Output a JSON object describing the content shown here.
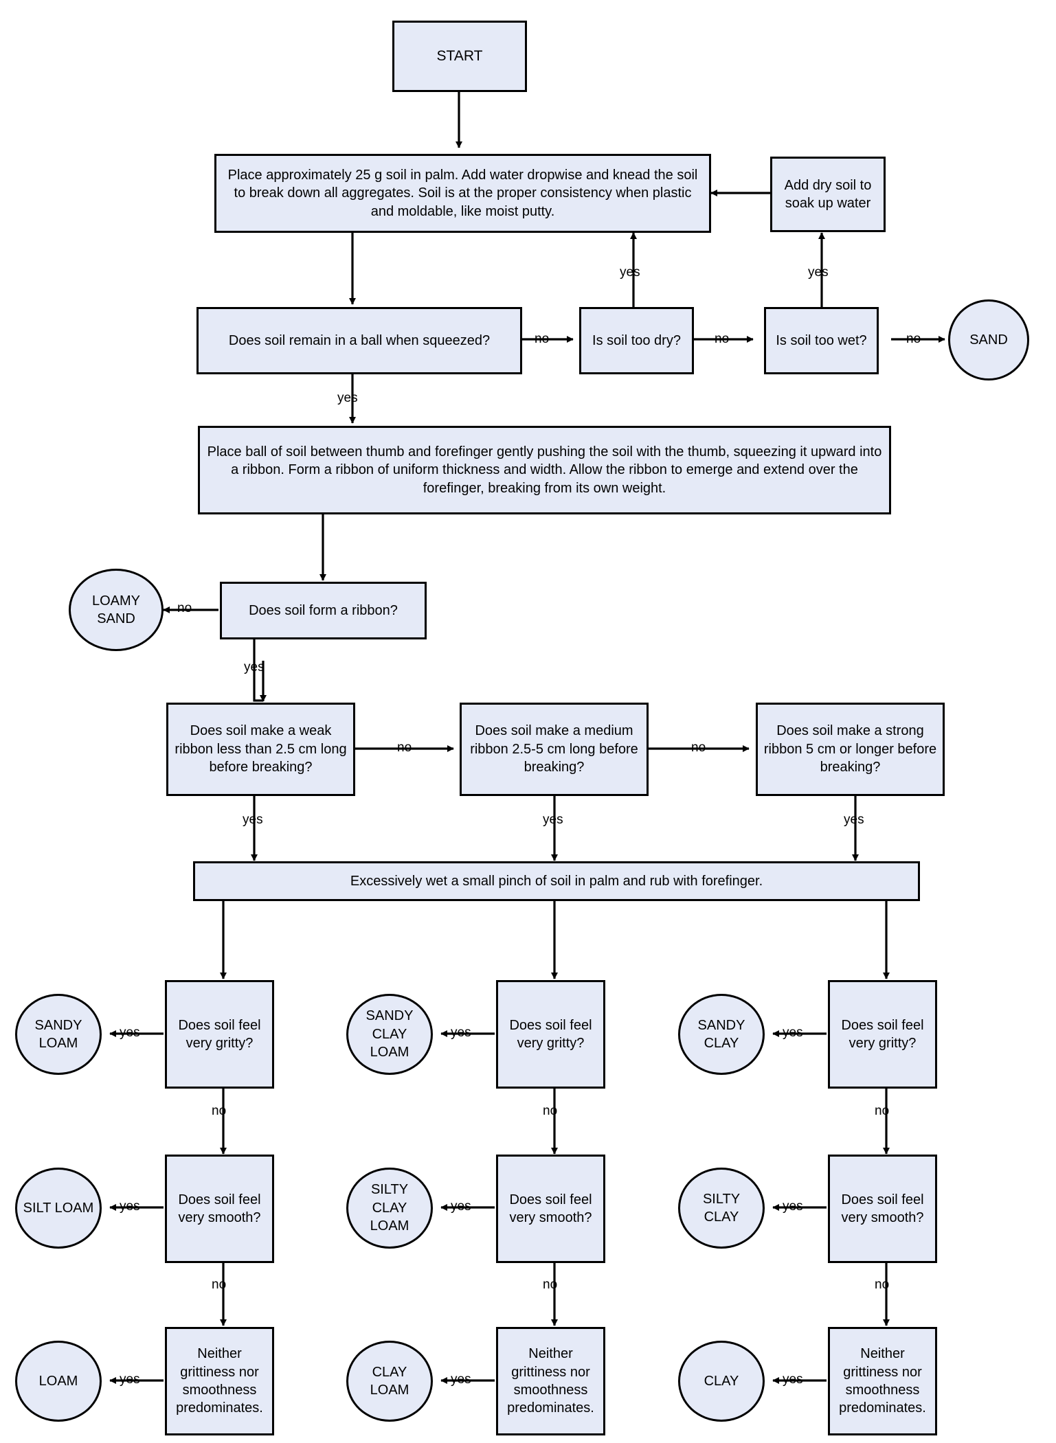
{
  "diagram": {
    "title": "Soil Texture by Feel Flowchart",
    "fill_color": "#e5eaf7",
    "stroke_color": "#000000",
    "background": "#ffffff"
  },
  "nodes": {
    "start": "START",
    "prep": "Place approximately 25 g soil in palm. Add water dropwise and knead the soil to break down all aggregates. Soil is at the proper consistency when plastic and moldable, like moist putty.",
    "add_dry": "Add dry soil to soak up water",
    "q_ball": "Does soil remain in a ball when squeezed?",
    "q_dry": "Is soil too dry?",
    "q_wet": "Is soil too wet?",
    "sand": "SAND",
    "ribbon_instr": "Place ball of soil between thumb and forefinger gently pushing the soil with the thumb, squeezing it upward into a ribbon. Form a ribbon of uniform thickness and width. Allow the ribbon to emerge and extend over the forefinger, breaking from its own weight.",
    "loamy_sand": "LOAMY SAND",
    "q_ribbon": "Does soil form a ribbon?",
    "q_weak": "Does soil make a weak ribbon less than 2.5 cm long before breaking?",
    "q_medium": "Does soil make a medium ribbon 2.5-5 cm long before breaking?",
    "q_strong": "Does soil make a strong ribbon 5 cm or longer before breaking?",
    "wet_pinch": "Excessively wet a small pinch of soil in palm and rub with forefinger.",
    "q_gritty_1": "Does soil feel very gritty?",
    "q_gritty_2": "Does soil feel very gritty?",
    "q_gritty_3": "Does soil feel very gritty?",
    "q_smooth_1": "Does soil feel very smooth?",
    "q_smooth_2": "Does soil feel very smooth?",
    "q_smooth_3": "Does soil feel very smooth?",
    "q_neither_1": "Neither grittiness nor smoothness predominates.",
    "q_neither_2": "Neither grittiness nor smoothness predominates.",
    "q_neither_3": "Neither grittiness nor smoothness predominates.",
    "sandy_loam": "SANDY LOAM",
    "silt_loam": "SILT LOAM",
    "loam": "LOAM",
    "sandy_clay_loam": "SANDY CLAY LOAM",
    "silty_clay_loam": "SILTY CLAY LOAM",
    "clay_loam": "CLAY LOAM",
    "sandy_clay": "SANDY CLAY",
    "silty_clay": "SILTY CLAY",
    "clay": "CLAY"
  },
  "edge_labels": {
    "no_ball": "no",
    "no_dry": "no",
    "no_wet": "no",
    "yes_dry": "yes",
    "yes_wet": "yes",
    "yes_ball": "yes",
    "no_ribbon": "no",
    "yes_ribbon": "yes",
    "no_weak": "no",
    "no_medium": "no",
    "yes_weak": "yes",
    "yes_medium": "yes",
    "yes_strong": "yes",
    "yes_gritty_1": "yes",
    "no_gritty_1": "no",
    "yes_smooth_1": "yes",
    "no_smooth_1": "no",
    "yes_neither_1": "yes",
    "yes_gritty_2": "yes",
    "no_gritty_2": "no",
    "yes_smooth_2": "yes",
    "no_smooth_2": "no",
    "yes_neither_2": "yes",
    "yes_gritty_3": "yes",
    "no_gritty_3": "no",
    "yes_smooth_3": "yes",
    "no_smooth_3": "no",
    "yes_neither_3": "yes"
  }
}
